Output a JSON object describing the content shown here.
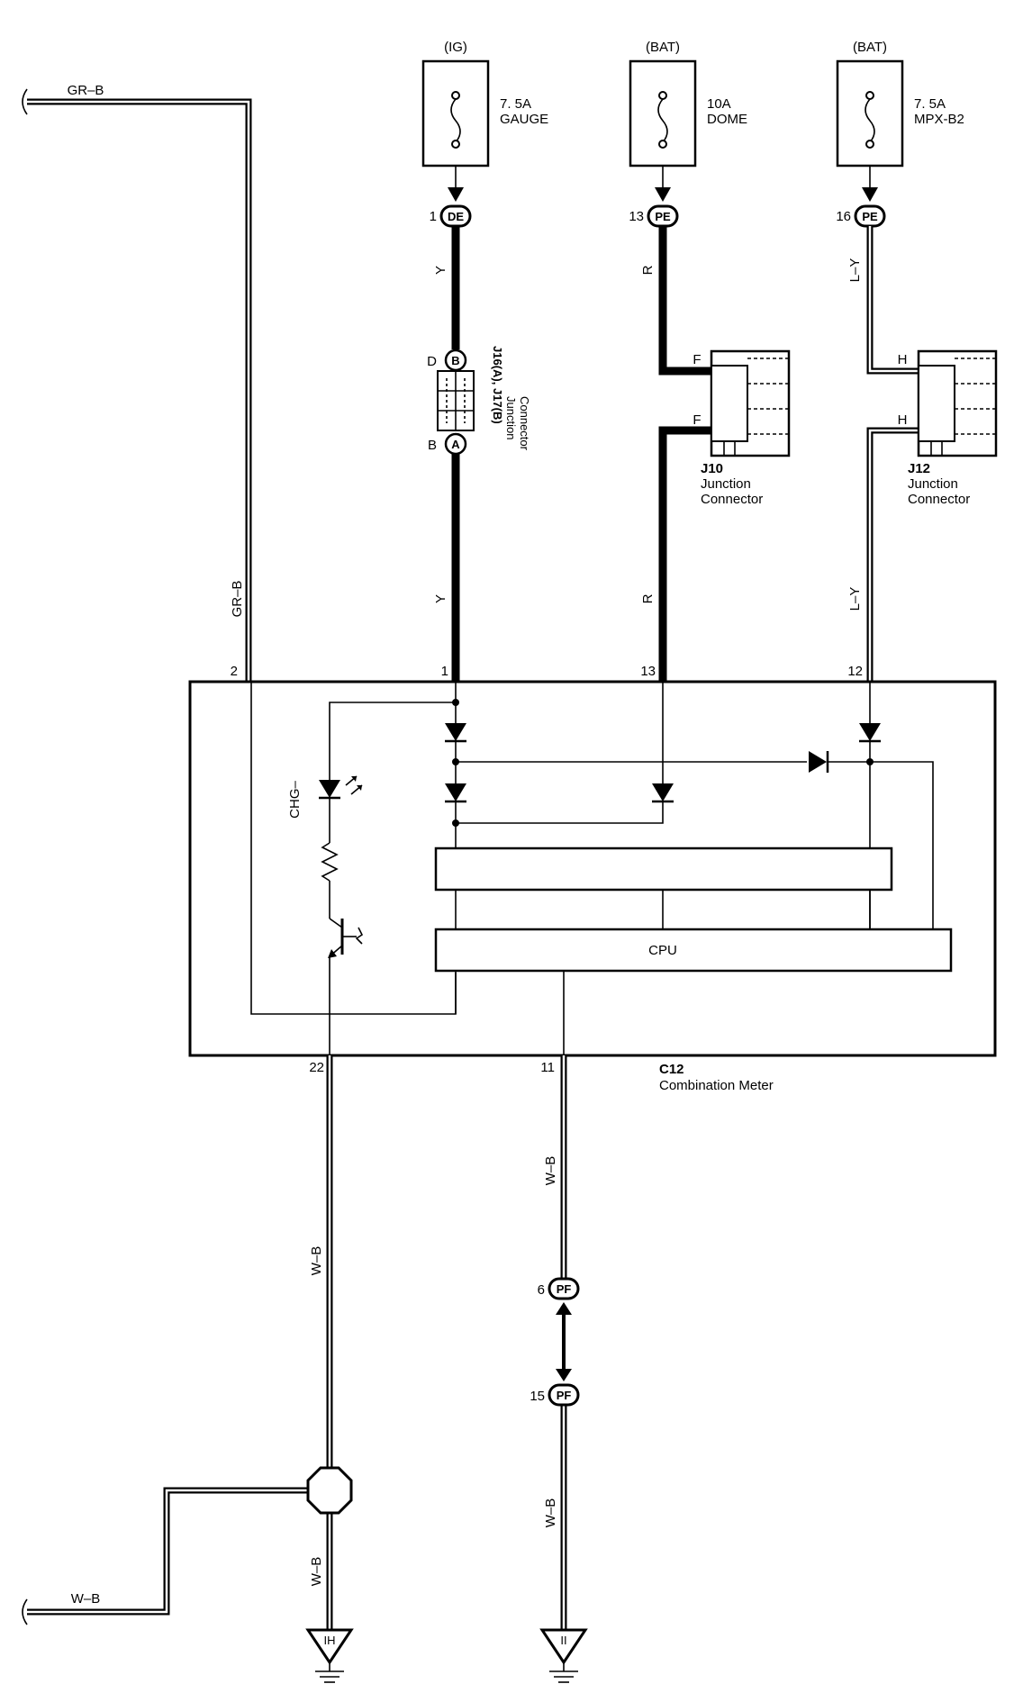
{
  "fuses": [
    {
      "source": "(IG)",
      "rating": "7. 5A",
      "name": "GAUGE"
    },
    {
      "source": "(BAT)",
      "rating": "10A",
      "name": "DOME"
    },
    {
      "source": "(BAT)",
      "rating": "7. 5A",
      "name": "MPX-B2"
    }
  ],
  "connectors": {
    "de": {
      "pin": "1",
      "code": "DE"
    },
    "pe1": {
      "pin": "13",
      "code": "PE"
    },
    "pe2": {
      "pin": "16",
      "code": "PE"
    },
    "pf1": {
      "pin": "6",
      "code": "PF"
    },
    "pf2": {
      "pin": "15",
      "code": "PF"
    }
  },
  "junctions": {
    "j16": {
      "label": "J16(A), J17(B)",
      "line1": "Junction",
      "line2": "Connector",
      "top_pin": "D",
      "top_code": "B",
      "bottom_pin": "B",
      "bottom_code": "A"
    },
    "j10": {
      "id": "J10",
      "line1": "Junction",
      "line2": "Connector",
      "pin_top": "F",
      "pin_bottom": "F"
    },
    "j12": {
      "id": "J12",
      "line1": "Junction",
      "line2": "Connector",
      "pin_top": "H",
      "pin_bottom": "H"
    }
  },
  "wires": {
    "gr_b_top": "GR–B",
    "gr_b_side": "GR–B",
    "y_top": "Y",
    "y_bottom": "Y",
    "r_top": "R",
    "r_bottom": "R",
    "ly_top": "L–Y",
    "ly_bottom": "L–Y",
    "wb_left": "W–B",
    "wb_left_lower": "W–B",
    "wb_mid": "W–B",
    "wb_mid_lower": "W–B",
    "wb_bottom_left": "W–B"
  },
  "meter": {
    "id": "C12",
    "name": "Combination Meter",
    "pins": {
      "p2": "2",
      "p1": "1",
      "p13": "13",
      "p12": "12",
      "p22": "22",
      "p11": "11"
    },
    "chg_label": "CHG–",
    "cpu_label": "CPU"
  },
  "grounds": {
    "ih": "IH",
    "ii": "II"
  }
}
